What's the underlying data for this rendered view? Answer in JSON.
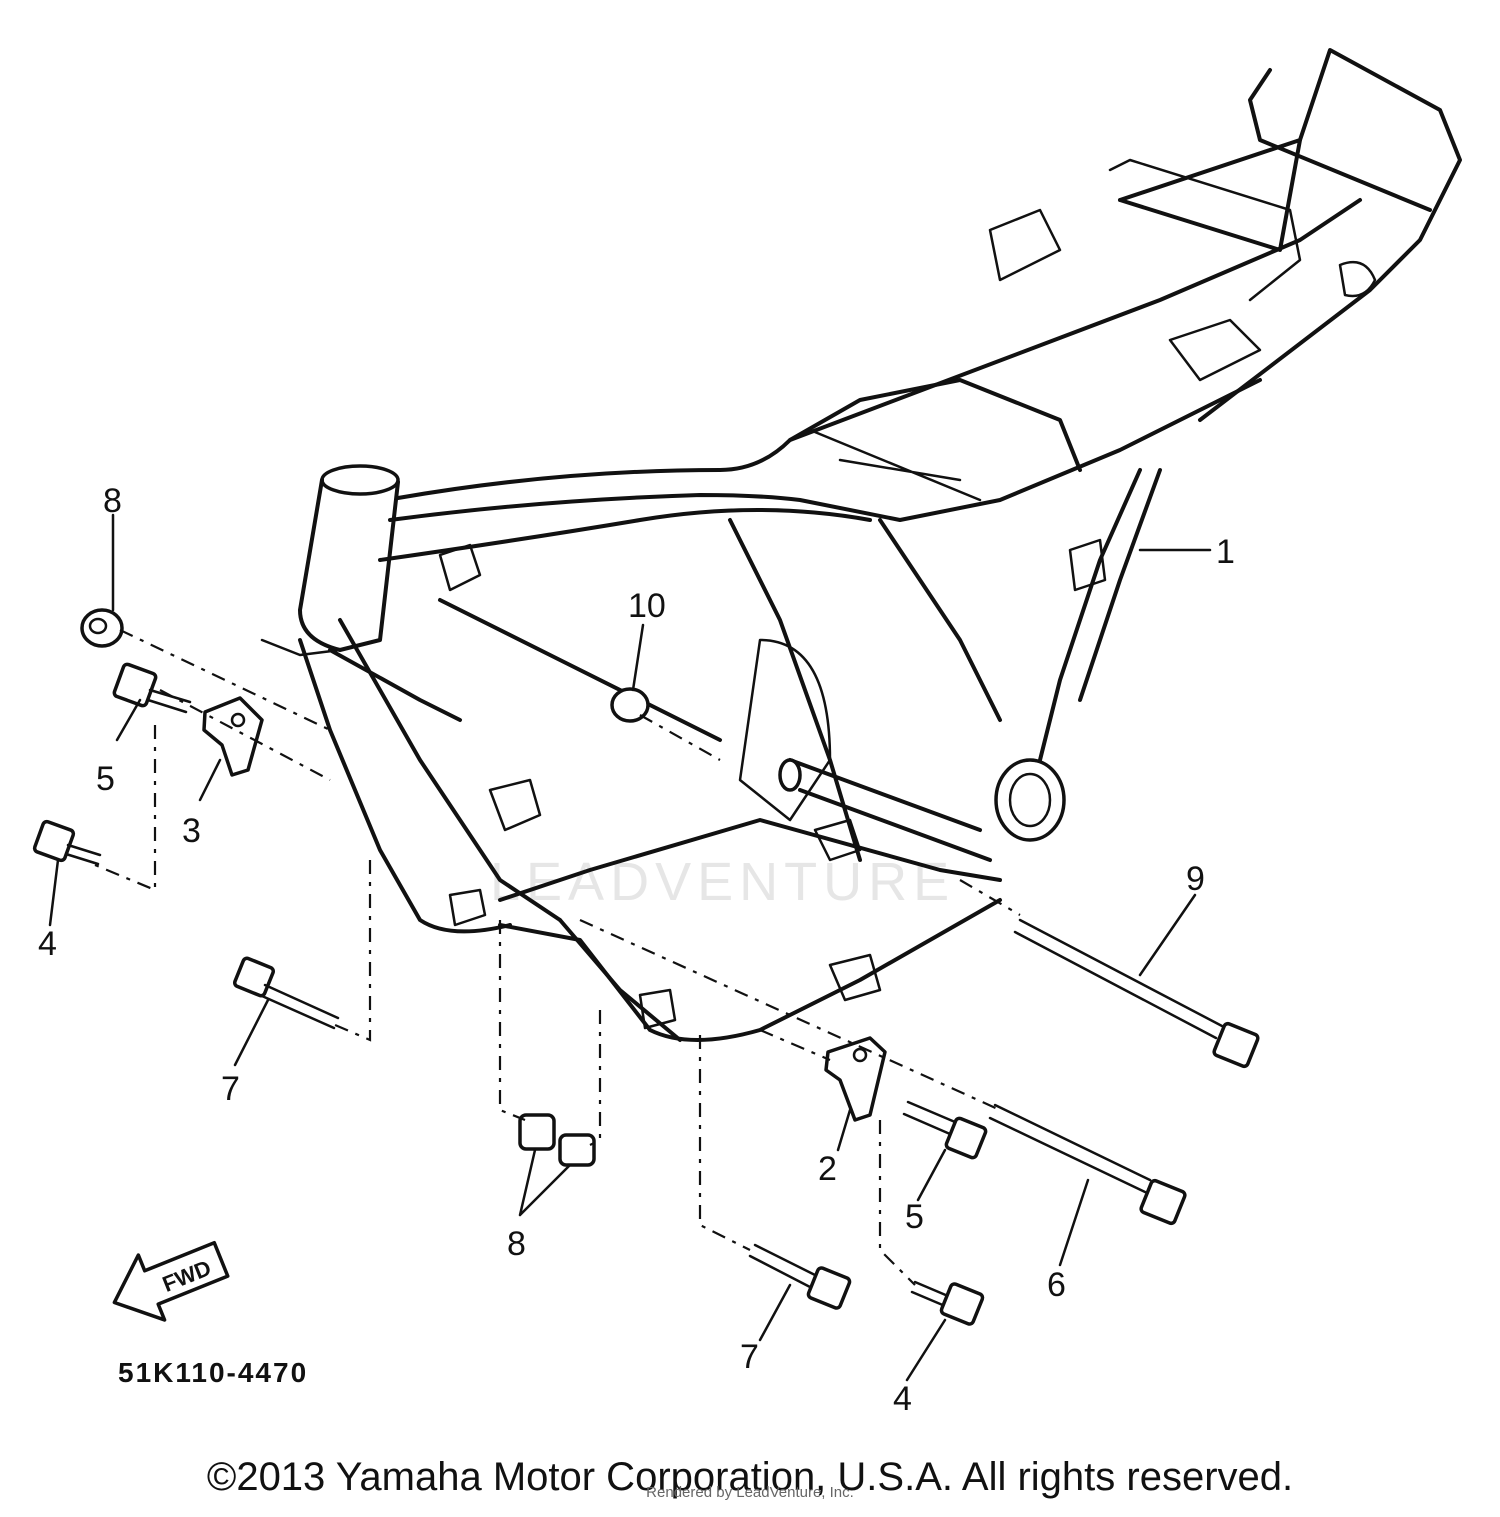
{
  "callouts": {
    "c1": "1",
    "c2": "2",
    "c3": "3",
    "c4a": "4",
    "c4b": "4",
    "c5a": "5",
    "c5b": "5",
    "c6": "6",
    "c7a": "7",
    "c7b": "7",
    "c8a": "8",
    "c8b": "8",
    "c9": "9",
    "c10": "10"
  },
  "fwd_label": "FWD",
  "diagram_code": "51K110-4470",
  "watermark": "LEADVENTURE",
  "rendered_by": "Rendered by LeadVenture, Inc.",
  "copyright": "©2013 Yamaha Motor Corporation, U.S.A. All rights reserved.",
  "colors": {
    "line": "#111111",
    "background": "#ffffff",
    "watermark": "#e6e6e6"
  }
}
